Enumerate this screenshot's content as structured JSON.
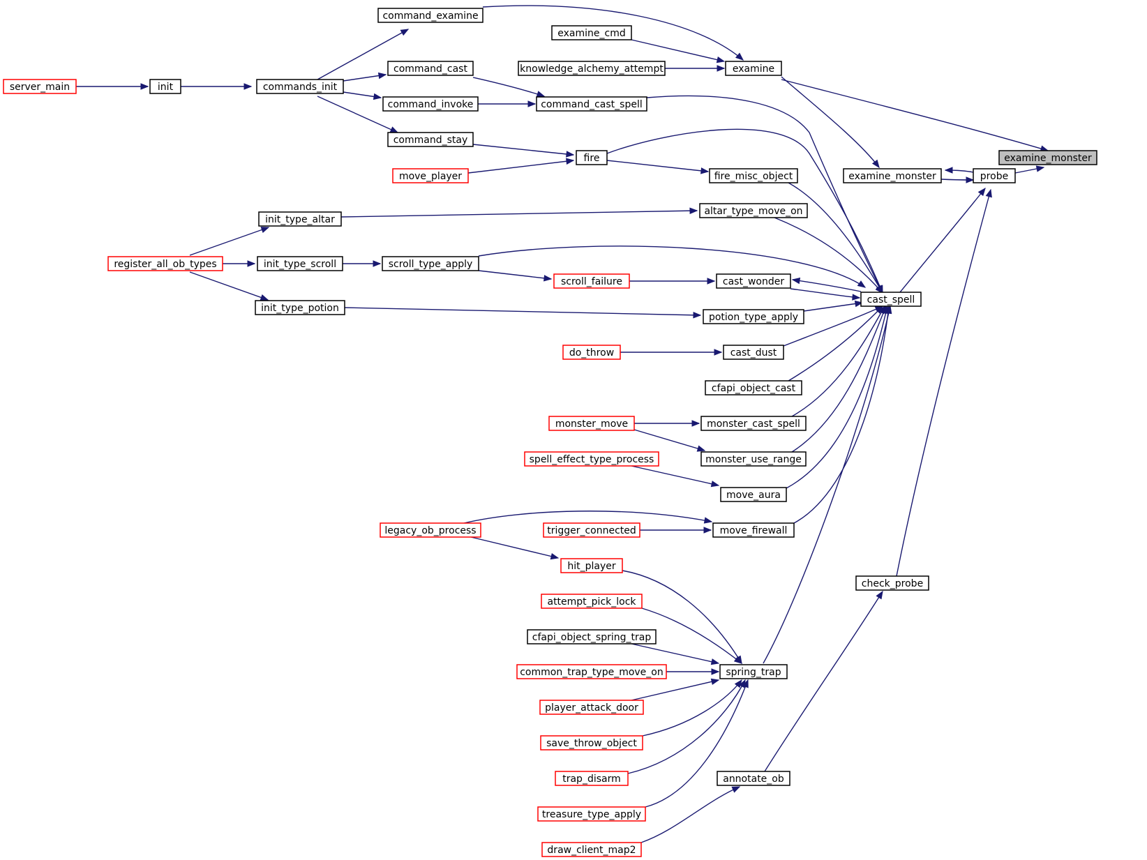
{
  "graph": {
    "colors": {
      "edge": "#191970",
      "red_border": "#ff0000",
      "root_fill": "#bfbfbf"
    },
    "nodes": [
      {
        "id": "examine_monster_root",
        "label": "examine_monster",
        "kind": "root"
      },
      {
        "id": "probe",
        "label": "probe",
        "kind": "normal"
      },
      {
        "id": "examine_monster",
        "label": "examine_monster",
        "kind": "normal"
      },
      {
        "id": "examine",
        "label": "examine",
        "kind": "normal"
      },
      {
        "id": "cast_spell",
        "label": "cast_spell",
        "kind": "normal"
      },
      {
        "id": "check_probe",
        "label": "check_probe",
        "kind": "normal"
      },
      {
        "id": "command_examine",
        "label": "command_examine",
        "kind": "normal"
      },
      {
        "id": "examine_cmd",
        "label": "examine_cmd",
        "kind": "normal"
      },
      {
        "id": "knowledge_alchemy_attempt",
        "label": "knowledge_alchemy_attempt",
        "kind": "normal"
      },
      {
        "id": "commands_init",
        "label": "commands_init",
        "kind": "normal"
      },
      {
        "id": "init",
        "label": "init",
        "kind": "normal"
      },
      {
        "id": "server_main",
        "label": "server_main",
        "kind": "red"
      },
      {
        "id": "command_cast",
        "label": "command_cast",
        "kind": "normal"
      },
      {
        "id": "command_invoke",
        "label": "command_invoke",
        "kind": "normal"
      },
      {
        "id": "command_cast_spell",
        "label": "command_cast_spell",
        "kind": "normal"
      },
      {
        "id": "command_stay",
        "label": "command_stay",
        "kind": "normal"
      },
      {
        "id": "fire",
        "label": "fire",
        "kind": "normal"
      },
      {
        "id": "move_player",
        "label": "move_player",
        "kind": "red"
      },
      {
        "id": "fire_misc_object",
        "label": "fire_misc_object",
        "kind": "normal"
      },
      {
        "id": "init_type_altar",
        "label": "init_type_altar",
        "kind": "normal"
      },
      {
        "id": "altar_type_move_on",
        "label": "altar_type_move_on",
        "kind": "normal"
      },
      {
        "id": "register_all_ob_types",
        "label": "register_all_ob_types",
        "kind": "red"
      },
      {
        "id": "init_type_scroll",
        "label": "init_type_scroll",
        "kind": "normal"
      },
      {
        "id": "scroll_type_apply",
        "label": "scroll_type_apply",
        "kind": "normal"
      },
      {
        "id": "scroll_failure",
        "label": "scroll_failure",
        "kind": "red"
      },
      {
        "id": "cast_wonder",
        "label": "cast_wonder",
        "kind": "normal"
      },
      {
        "id": "init_type_potion",
        "label": "init_type_potion",
        "kind": "normal"
      },
      {
        "id": "potion_type_apply",
        "label": "potion_type_apply",
        "kind": "normal"
      },
      {
        "id": "do_throw",
        "label": "do_throw",
        "kind": "red"
      },
      {
        "id": "cast_dust",
        "label": "cast_dust",
        "kind": "normal"
      },
      {
        "id": "cfapi_object_cast",
        "label": "cfapi_object_cast",
        "kind": "normal"
      },
      {
        "id": "monster_move",
        "label": "monster_move",
        "kind": "red"
      },
      {
        "id": "monster_cast_spell",
        "label": "monster_cast_spell",
        "kind": "normal"
      },
      {
        "id": "monster_use_range",
        "label": "monster_use_range",
        "kind": "normal"
      },
      {
        "id": "spell_effect_type_process",
        "label": "spell_effect_type_process",
        "kind": "red"
      },
      {
        "id": "move_aura",
        "label": "move_aura",
        "kind": "normal"
      },
      {
        "id": "legacy_ob_process",
        "label": "legacy_ob_process",
        "kind": "red"
      },
      {
        "id": "trigger_connected",
        "label": "trigger_connected",
        "kind": "red"
      },
      {
        "id": "move_firewall",
        "label": "move_firewall",
        "kind": "normal"
      },
      {
        "id": "hit_player",
        "label": "hit_player",
        "kind": "red"
      },
      {
        "id": "attempt_pick_lock",
        "label": "attempt_pick_lock",
        "kind": "red"
      },
      {
        "id": "cfapi_object_spring_trap",
        "label": "cfapi_object_spring_trap",
        "kind": "normal"
      },
      {
        "id": "common_trap_type_move_on",
        "label": "common_trap_type_move_on",
        "kind": "red"
      },
      {
        "id": "spring_trap",
        "label": "spring_trap",
        "kind": "normal"
      },
      {
        "id": "player_attack_door",
        "label": "player_attack_door",
        "kind": "red"
      },
      {
        "id": "save_throw_object",
        "label": "save_throw_object",
        "kind": "red"
      },
      {
        "id": "trap_disarm",
        "label": "trap_disarm",
        "kind": "red"
      },
      {
        "id": "treasure_type_apply",
        "label": "treasure_type_apply",
        "kind": "red"
      },
      {
        "id": "annotate_ob",
        "label": "annotate_ob",
        "kind": "normal"
      },
      {
        "id": "draw_client_map2",
        "label": "draw_client_map2",
        "kind": "red"
      }
    ]
  }
}
